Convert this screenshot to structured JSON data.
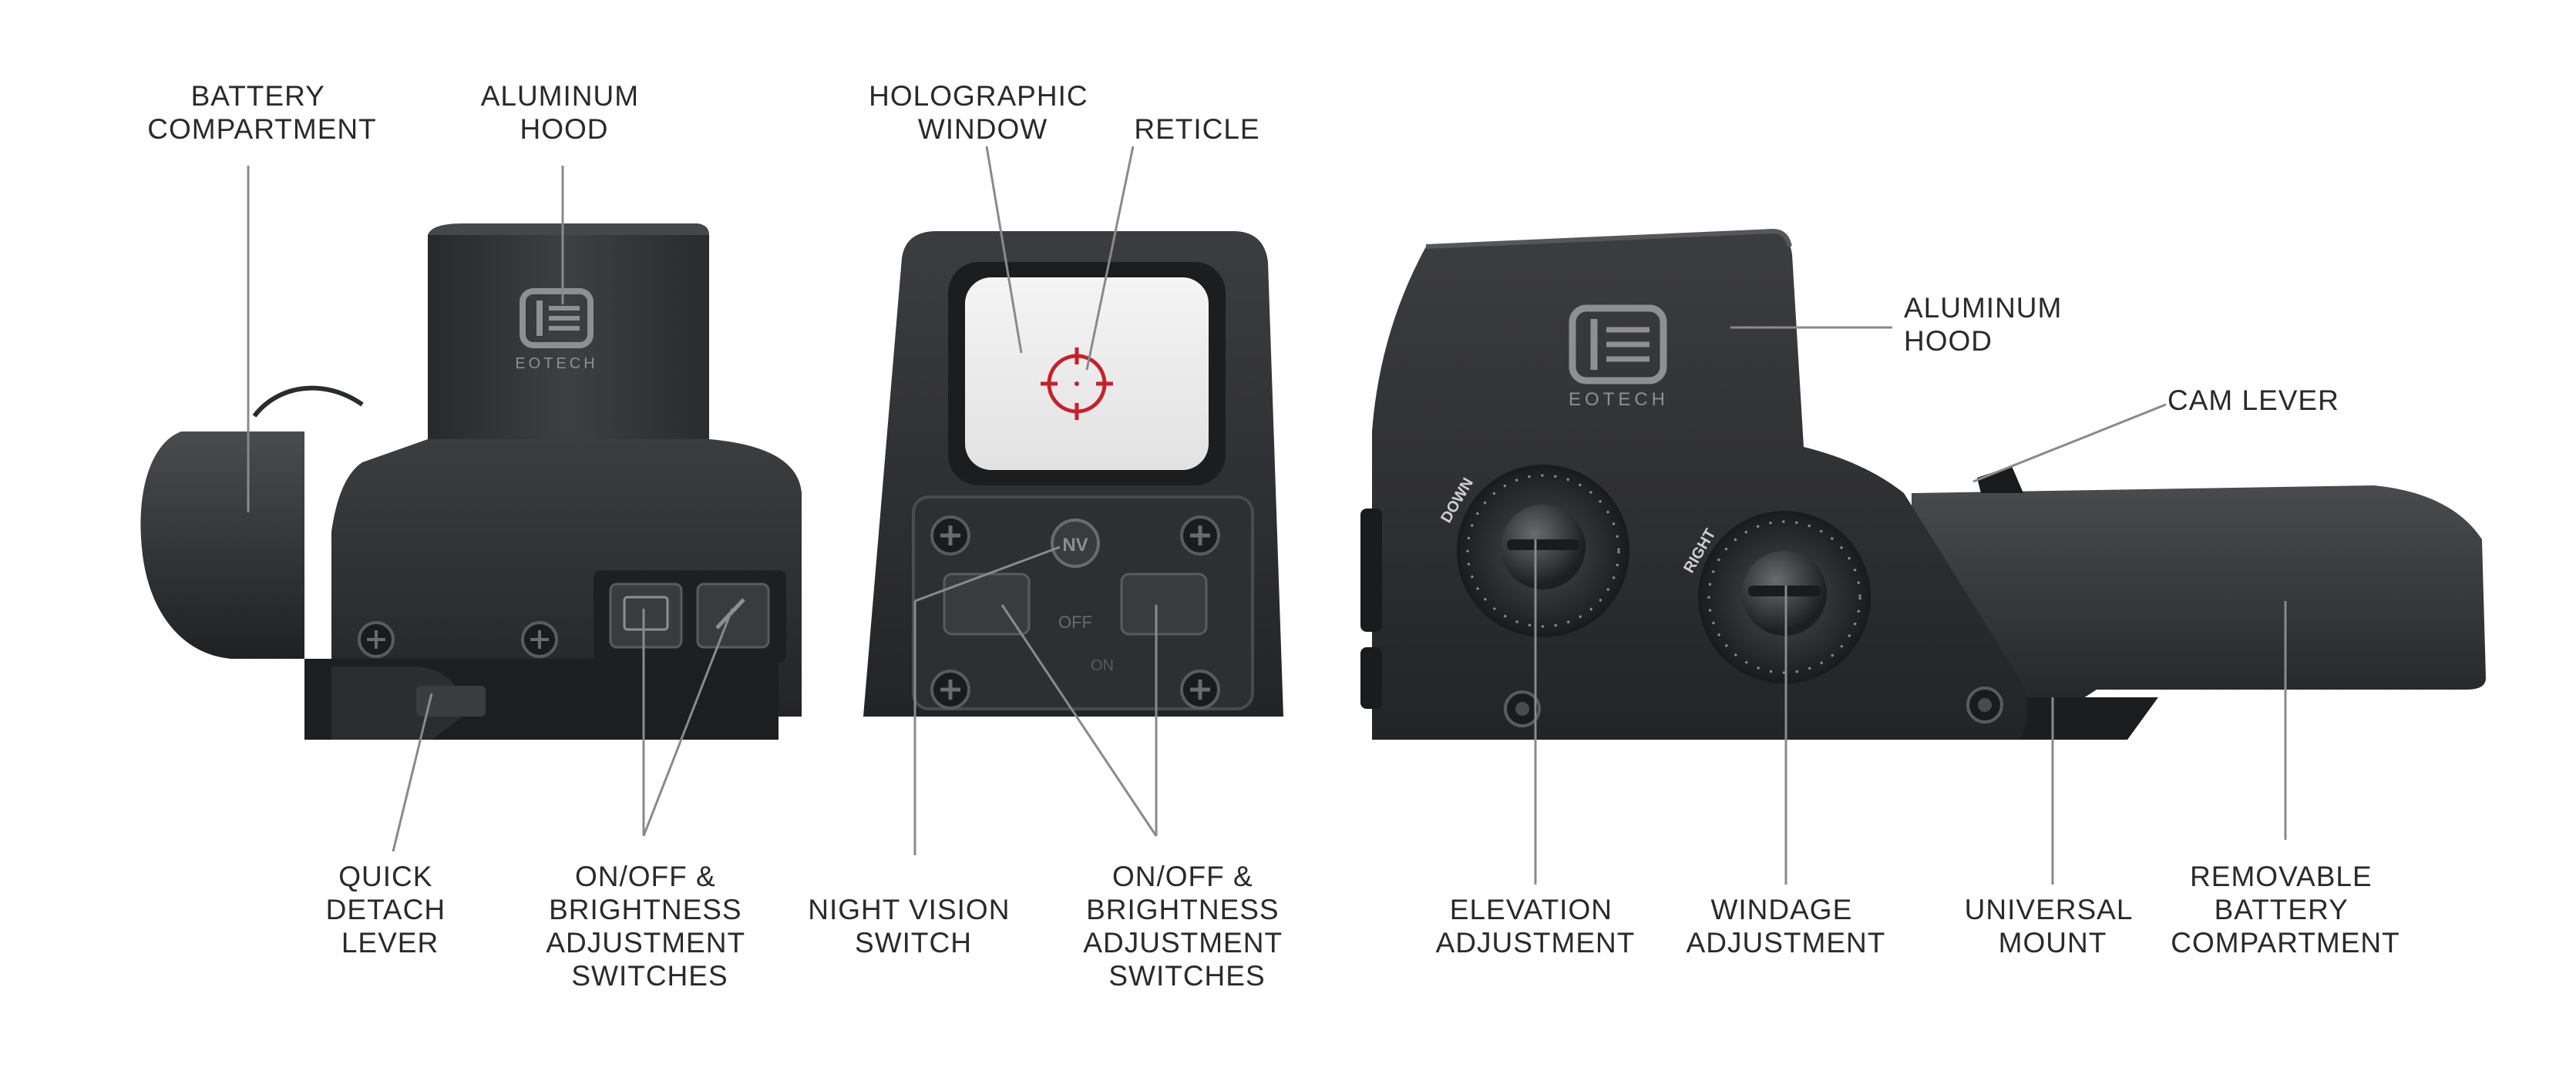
{
  "colors": {
    "background": "#ffffff",
    "body_dark": "#2b2c2e",
    "body_mid": "#3a3b3e",
    "body_light": "#55575b",
    "label_text": "#2a2a2a",
    "leader_line": "#8a8a8a",
    "reticle": "#c8202a",
    "logo": "#8e8f93"
  },
  "logo": {
    "text": "EOTECH"
  },
  "views": {
    "rear": {
      "labels": {
        "battery_compartment": [
          "BATTERY",
          "COMPARTMENT"
        ],
        "aluminum_hood": [
          "ALUMINUM",
          "HOOD"
        ],
        "quick_detach_lever": [
          "QUICK",
          "DETACH",
          "LEVER"
        ],
        "onoff_switches": [
          "ON/OFF &",
          "BRIGHTNESS",
          "ADJUSTMENT",
          "SWITCHES"
        ]
      }
    },
    "front": {
      "labels": {
        "holographic_window": [
          "HOLOGRAPHIC",
          "WINDOW"
        ],
        "reticle": [
          "RETICLE"
        ],
        "night_vision_switch": [
          "NIGHT VISION",
          "SWITCH"
        ],
        "onoff_switches": [
          "ON/OFF &",
          "BRIGHTNESS",
          "ADJUSTMENT",
          "SWITCHES"
        ]
      },
      "nv_button_text": "NV",
      "off_text": "OFF",
      "on_text": "ON"
    },
    "side": {
      "labels": {
        "aluminum_hood": [
          "ALUMINUM",
          "HOOD"
        ],
        "cam_lever": [
          "CAM LEVER"
        ],
        "elevation_adjustment": [
          "ELEVATION",
          "ADJUSTMENT"
        ],
        "windage_adjustment": [
          "WINDAGE",
          "ADJUSTMENT"
        ],
        "universal_mount": [
          "UNIVERSAL",
          "MOUNT"
        ],
        "removable_battery": [
          "REMOVABLE",
          "BATTERY",
          "COMPARTMENT"
        ]
      },
      "dial_elevation_text": "DOWN",
      "dial_windage_text": "RIGHT"
    }
  }
}
